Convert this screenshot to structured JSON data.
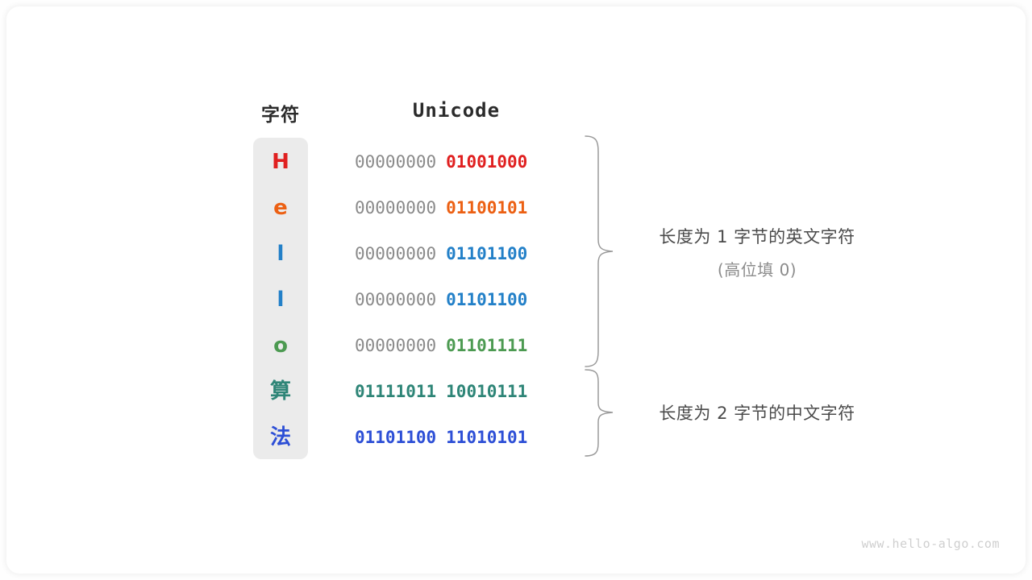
{
  "card": {
    "watermark": "www.hello-algo.com"
  },
  "headers": {
    "char": "字符",
    "unicode": "Unicode"
  },
  "rows": [
    {
      "char": "H",
      "color": "#E02020",
      "high": "00000000",
      "low": "01001000",
      "script": "latin"
    },
    {
      "char": "e",
      "color": "#EC6013",
      "high": "00000000",
      "low": "01100101",
      "script": "latin"
    },
    {
      "char": "l",
      "color": "#2380C8",
      "high": "00000000",
      "low": "01101100",
      "script": "latin"
    },
    {
      "char": "l",
      "color": "#2380C8",
      "high": "00000000",
      "low": "01101100",
      "script": "latin"
    },
    {
      "char": "o",
      "color": "#4C9A51",
      "high": "00000000",
      "low": "01101111",
      "script": "latin"
    },
    {
      "char": "算",
      "color": "#2E8577",
      "high": "01111011",
      "low": "10010111",
      "script": "han"
    },
    {
      "char": "法",
      "color": "#2D4FD6",
      "high": "01101100",
      "low": "11010101",
      "script": "han"
    }
  ],
  "annotations": [
    {
      "text": "长度为 1 字节的英文字符",
      "sub": "(高位填 0)"
    },
    {
      "text": "长度为 2 字节的中文字符",
      "sub": ""
    }
  ],
  "colors": {
    "column_background": "#ebebeb",
    "high_bits": "#8a8a8a",
    "brace": "#9a9a9a",
    "annotation_text": "#4a4a4a",
    "annotation_sub": "#8c8c8c",
    "watermark": "#cfcfcf"
  }
}
